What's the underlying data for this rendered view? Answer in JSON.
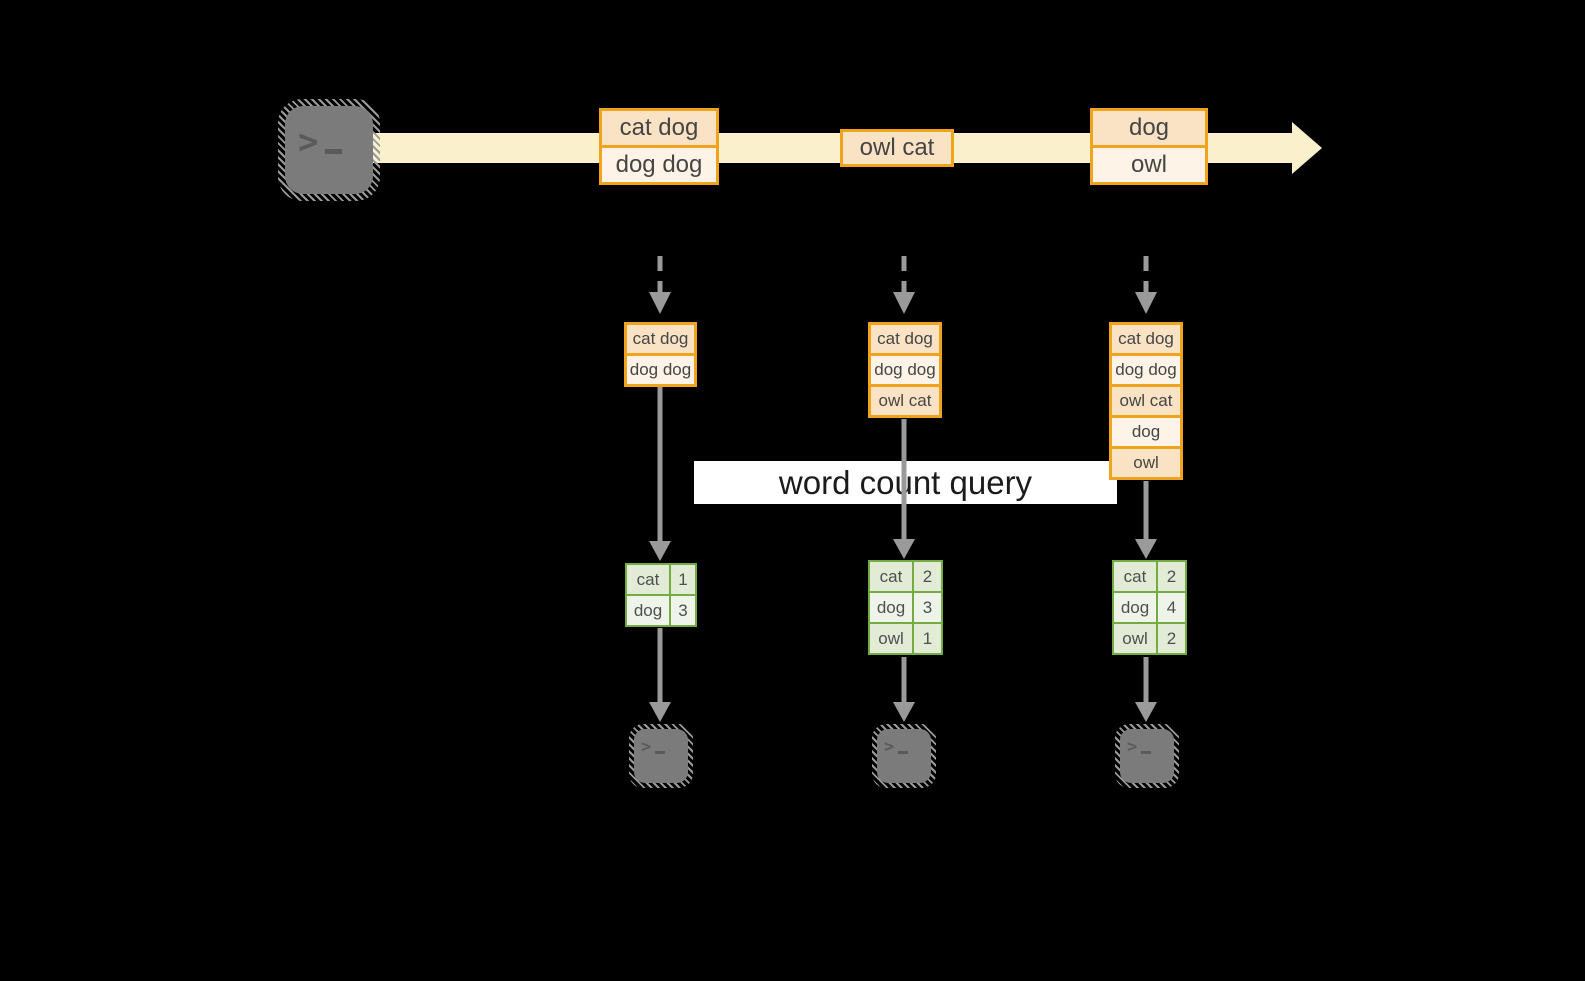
{
  "query_label": "word count query",
  "icons": {
    "terminal_glyph": ">"
  },
  "stream": {
    "boxes": [
      {
        "rows": [
          "cat dog",
          "dog dog"
        ]
      },
      {
        "rows": [
          "owl cat"
        ]
      },
      {
        "rows": [
          "dog",
          "owl"
        ]
      }
    ]
  },
  "columns": [
    {
      "batch": [
        "cat dog",
        "dog dog"
      ],
      "counts": [
        [
          "cat",
          "1"
        ],
        [
          "dog",
          "3"
        ]
      ]
    },
    {
      "batch": [
        "cat dog",
        "dog dog",
        "owl cat"
      ],
      "counts": [
        [
          "cat",
          "2"
        ],
        [
          "dog",
          "3"
        ],
        [
          "owl",
          "1"
        ]
      ]
    },
    {
      "batch": [
        "cat dog",
        "dog dog",
        "owl cat",
        "dog",
        "owl"
      ],
      "counts": [
        [
          "cat",
          "2"
        ],
        [
          "dog",
          "4"
        ],
        [
          "owl",
          "2"
        ]
      ]
    }
  ],
  "colors": {
    "background": "#000000",
    "stream_fill": "#FAF1CC",
    "box_border": "#F0A41E",
    "box_fill_dark": "#FAE3C5",
    "box_fill_light": "#FDF3E6",
    "table_border": "#74AC41",
    "table_fill_dark": "#E1EBD5",
    "table_fill_light": "#EFF4EB",
    "arrow_gray": "#9A9A9A",
    "terminal_gray": "#7B7B7B",
    "banner_bg": "#FFFFFF",
    "text_dark": "#3F3F3F"
  }
}
